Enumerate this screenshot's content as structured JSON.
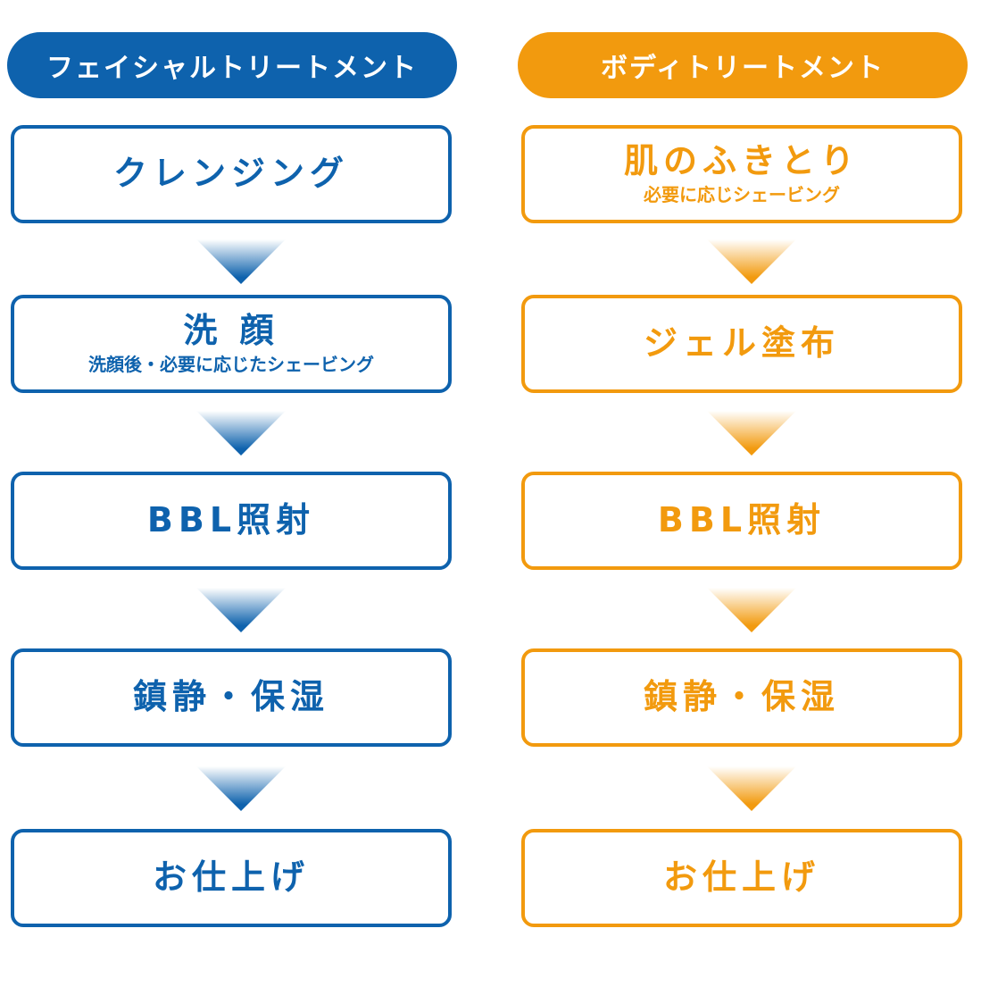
{
  "facial": {
    "title": "フェイシャルトリートメント",
    "color": "#0e62ad",
    "steps": [
      {
        "main": "クレンジング",
        "sub": ""
      },
      {
        "main": "洗 顔",
        "sub": "洗顔後・必要に応じたシェービング"
      },
      {
        "main": "BBL照射",
        "sub": ""
      },
      {
        "main": "鎮静・保湿",
        "sub": ""
      },
      {
        "main": "お仕上げ",
        "sub": ""
      }
    ]
  },
  "body": {
    "title": "ボディトリートメント",
    "color": "#f29a0e",
    "steps": [
      {
        "main": "肌のふきとり",
        "sub": "必要に応じシェービング"
      },
      {
        "main": "ジェル塗布",
        "sub": ""
      },
      {
        "main": "BBL照射",
        "sub": ""
      },
      {
        "main": "鎮静・保湿",
        "sub": ""
      },
      {
        "main": "お仕上げ",
        "sub": ""
      }
    ]
  }
}
